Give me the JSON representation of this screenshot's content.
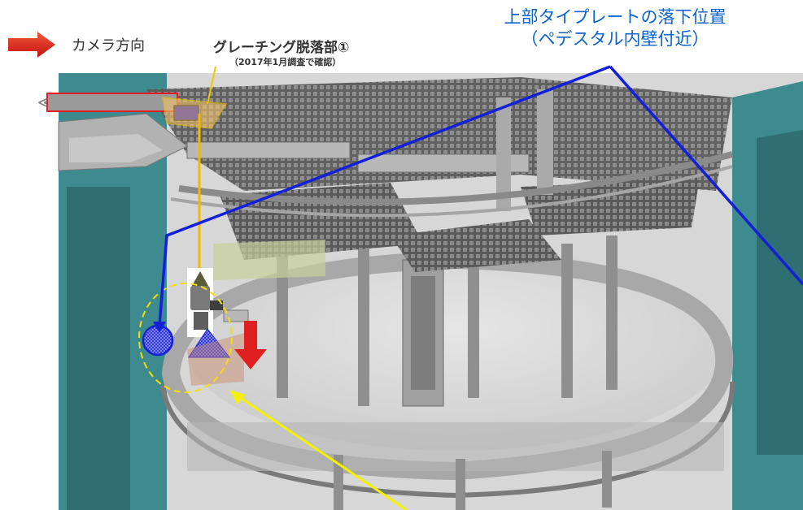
{
  "legend": {
    "arrow_icon": "red-right-arrow-icon",
    "text": "カメラ方向"
  },
  "grating_label": {
    "title": "グレーチング脱落部①",
    "subtitle": "（2017年1月調査で確認）"
  },
  "plate_label": {
    "line1": "上部タイプレートの落下位置",
    "line2": "（ペデスタル内壁付近）"
  },
  "colors": {
    "callout_blue": "#1320d6",
    "callout_yellow": "#f5c400",
    "camera_red": "#e02020",
    "steel_gray": "#9a9a9a",
    "wall_teal": "#3d8a8f",
    "label_blue": "#0b63ce"
  }
}
